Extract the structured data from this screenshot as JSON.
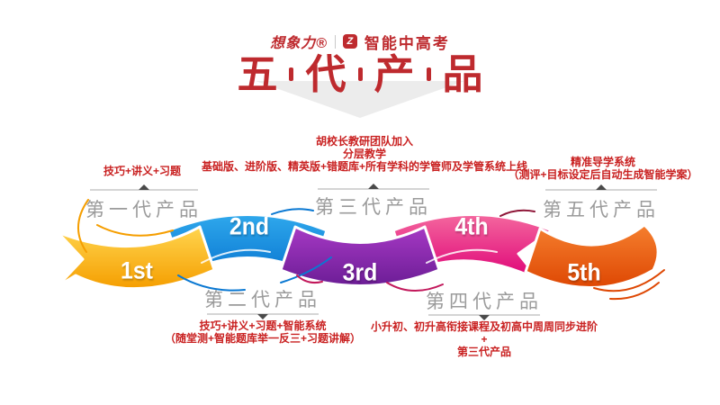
{
  "header": {
    "brand_left": "想象力®",
    "brand_logo_glyph": "Z",
    "brand_right": "智能中高考",
    "title_chars": [
      "五",
      "代",
      "产",
      "品"
    ]
  },
  "generations": [
    {
      "ordinal": "1st",
      "name": "第一代产品",
      "desc_lines": [
        "技巧+讲义+习题"
      ]
    },
    {
      "ordinal": "2nd",
      "name": "第二代产品",
      "desc_lines": [
        "技巧+讲义+习题+智能系统",
        "（随堂测+智能题库举一反三+习题讲解）"
      ]
    },
    {
      "ordinal": "3rd",
      "name": "第三代产品",
      "desc_lines": [
        "胡校长教研团队加入",
        "分层教学",
        "基础版、进阶版、精英版+错题库+所有学科的学管师及学管系统上线"
      ]
    },
    {
      "ordinal": "4th",
      "name": "第四代产品",
      "desc_lines": [
        "小升初、初升高衔接课程及初高中周周同步进阶",
        "+",
        "第三代产品"
      ]
    },
    {
      "ordinal": "5th",
      "name": "第五代产品",
      "desc_lines": [
        "精准导学系统",
        "（测评+目标设定后自动生成智能学案）"
      ]
    }
  ],
  "colors": {
    "accent_red": "#BE2A2E",
    "text_red": "#C92121",
    "label_gray": "#9B9B9B",
    "line_gray": "#ABABAB",
    "marker_dark": "#4A4A4A",
    "chevron_gray": "#ECECEC",
    "accent_magenta": "#C2185B",
    "accent_maroon": "#8E1537",
    "gen1_light": "#FFD54F",
    "gen1_dark": "#F59E00",
    "gen2_light": "#2FA8EC",
    "gen2_dark": "#0A78D2",
    "gen3_light": "#A639C4",
    "gen3_dark": "#6C1D96",
    "gen4_light": "#F4679E",
    "gen4_dark": "#DE0076",
    "gen5_light": "#F57F2E",
    "gen5_dark": "#DE4703"
  }
}
